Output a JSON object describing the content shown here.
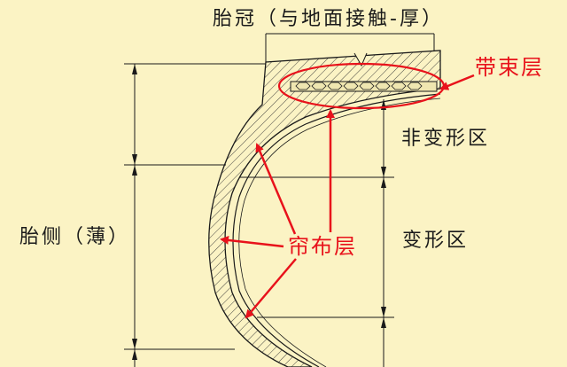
{
  "labels": {
    "crown": "胎冠（与地面接触-厚）",
    "belt": "带束层",
    "non_deform": "非变形区",
    "sidewall": "胎侧（薄）",
    "ply": "帘布层",
    "deform": "变形区"
  },
  "colors": {
    "background": "#fbf3c4",
    "line": "#1a1a1a",
    "annotation_red": "#e8121b",
    "belt_fill": "#efe6b0"
  }
}
